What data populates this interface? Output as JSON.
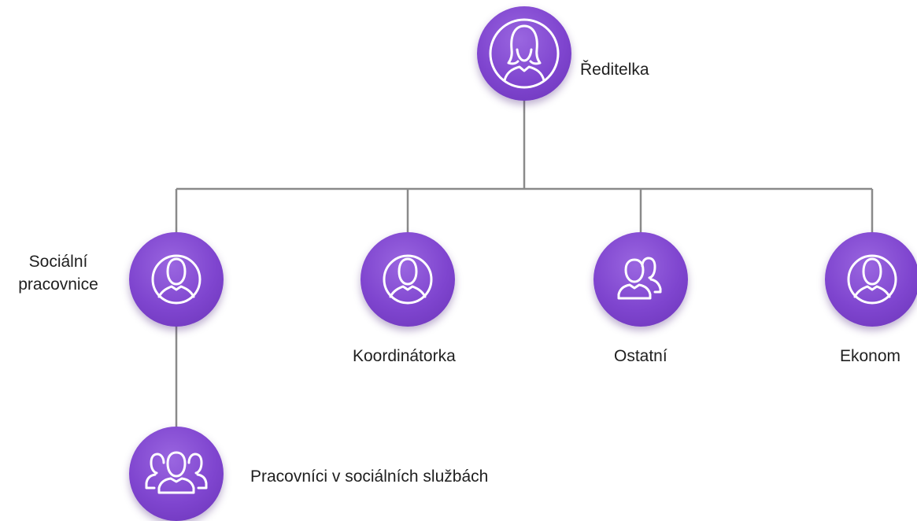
{
  "colors": {
    "node_fill": "#7f45cf",
    "connector": "#8a8a8a",
    "icon_stroke": "#ffffff"
  },
  "nodes": {
    "director": {
      "label": "Ředitelka",
      "icon": "woman-icon"
    },
    "social_worker": {
      "label_line1": "Sociální",
      "label_line2": "pracovnice",
      "icon": "person-icon"
    },
    "coordinator": {
      "label": "Koordinátorka",
      "icon": "person-icon"
    },
    "others": {
      "label": "Ostatní",
      "icon": "two-people-icon"
    },
    "economist": {
      "label": "Ekonom",
      "icon": "person-icon"
    },
    "social_services_workers": {
      "label": "Pracovníci v sociálních službách",
      "icon": "group-icon"
    }
  }
}
